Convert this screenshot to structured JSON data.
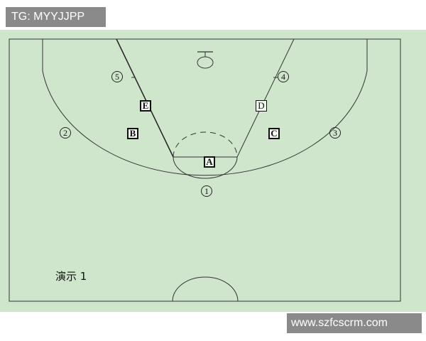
{
  "header": {
    "tag": "TG: MYYJJPP"
  },
  "footer": {
    "url": "www.szfcscrm.com"
  },
  "diagram": {
    "caption": "演示 1",
    "players": {
      "A": "A",
      "B": "B",
      "C": "C",
      "D": "D",
      "E": "E"
    },
    "positions": {
      "p1": "1",
      "p2": "2",
      "p3": "3",
      "p4": "4",
      "p5": "5"
    }
  },
  "colors": {
    "court": "#cfe6cd",
    "line": "#222222",
    "label_bg": "#8a8a8a"
  }
}
